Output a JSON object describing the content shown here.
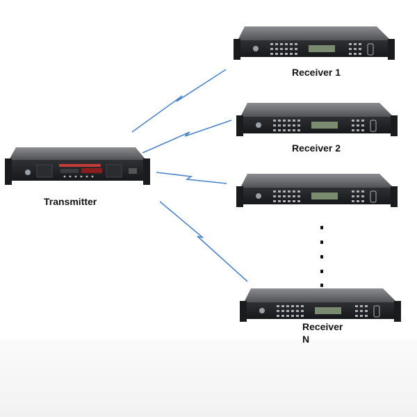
{
  "transmitter": {
    "label": "Transmitter"
  },
  "receivers": [
    {
      "label": "Receiver 1"
    },
    {
      "label": "Receiver 2"
    },
    {
      "label": ""
    },
    {
      "label": "Receiver"
    }
  ],
  "receiver_n_suffix": "N",
  "colors": {
    "link": "#4a82c8",
    "chassis": "#2a2b2e",
    "chassis_top": "#6b6d71",
    "display": "#7b8b70"
  },
  "icons": [
    "wireless-link-icon"
  ]
}
